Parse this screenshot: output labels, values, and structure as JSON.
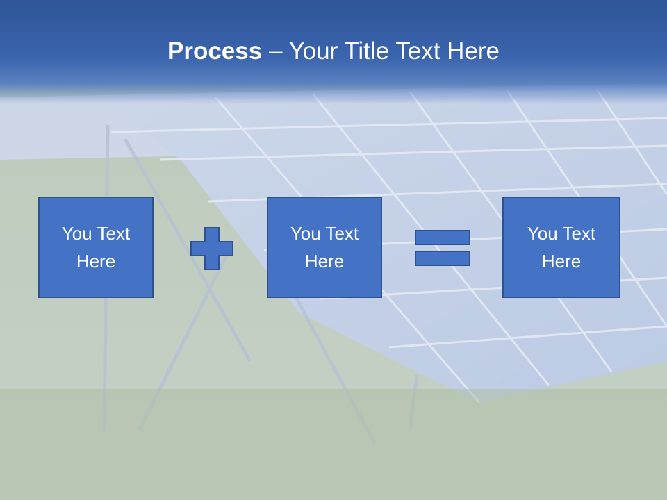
{
  "slide": {
    "title_bold": "Process",
    "title_rest": " – Your Title Text Here",
    "boxes": [
      {
        "text": "You Text Here"
      },
      {
        "text": "You Text Here"
      },
      {
        "text": "You Text Here"
      }
    ],
    "operators": [
      "plus-icon",
      "equals-icon"
    ]
  },
  "colors": {
    "title_band": "#2f5597",
    "box_fill": "#4472c4",
    "box_border": "#2f528f",
    "text": "#ffffff"
  }
}
